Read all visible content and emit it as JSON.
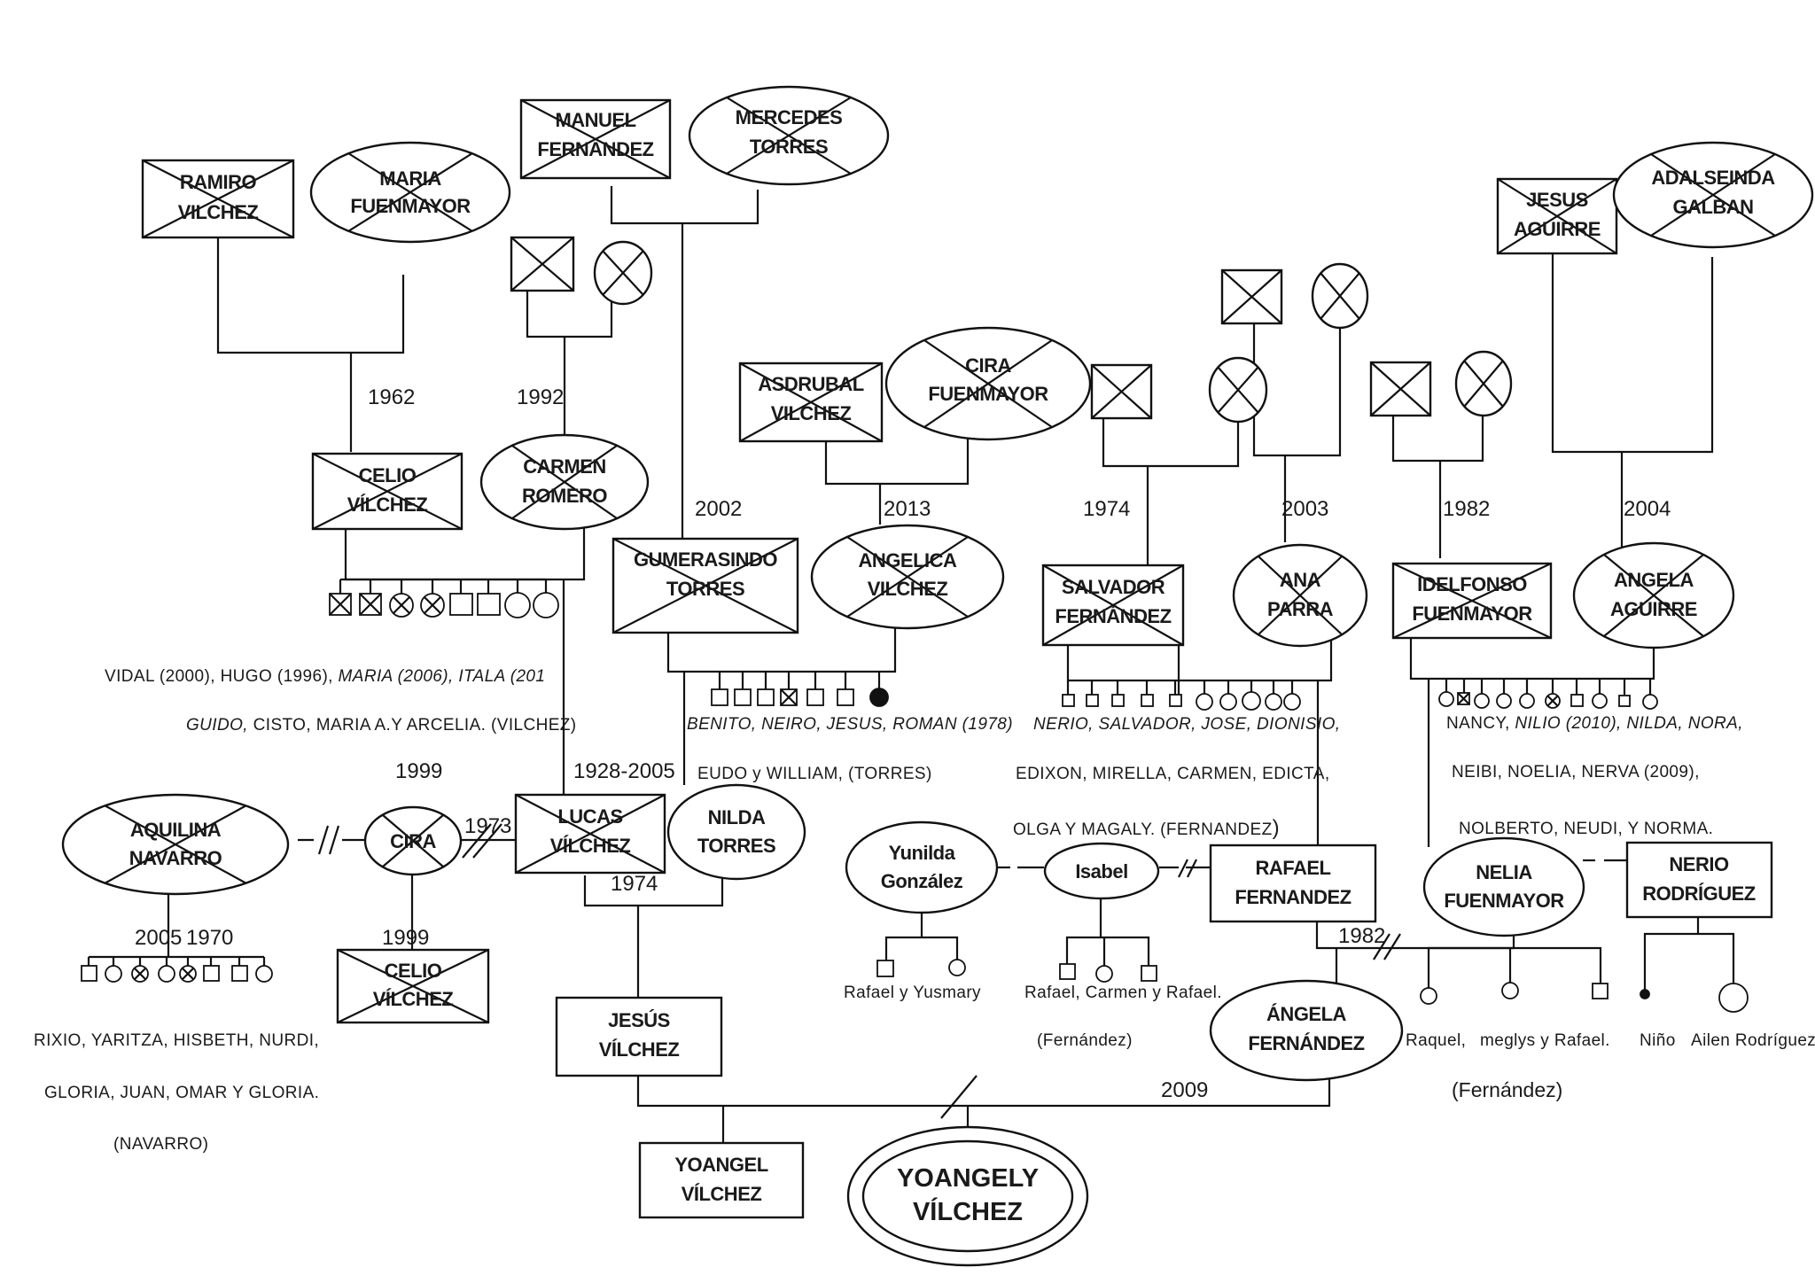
{
  "people": {
    "ramiro": [
      "RAMIRO",
      "VILCHEZ"
    ],
    "maria_f": [
      "MARIA",
      "FUENMAYOR"
    ],
    "manuel": [
      "MANUEL",
      "FERNANDEZ"
    ],
    "mercedes": [
      "MERCEDES",
      "TORRES"
    ],
    "jesus_a": [
      "JESUS",
      "AGUIRRE"
    ],
    "adalseinda": [
      "ADALSEINDA",
      "GALBAN"
    ],
    "asdrubal": [
      "ASDRUBAL",
      "VILCHEZ"
    ],
    "cira_f": [
      "CIRA",
      "FUENMAYOR"
    ],
    "celio": [
      "CELIO",
      "VÍLCHEZ"
    ],
    "carmen": [
      "CARMEN",
      "ROMERO"
    ],
    "gumerasindo": [
      "GUMERASINDO",
      "TORRES"
    ],
    "angelica": [
      "ANGELICA",
      "VILCHEZ"
    ],
    "salvador": [
      "SALVADOR",
      "FERNÁNDEZ"
    ],
    "ana": [
      "ANA",
      "PARRA"
    ],
    "idelfonso": [
      "IDELFONSO",
      "FUENMAYOR"
    ],
    "angela_a": [
      "ANGELA",
      "AGUIRRE"
    ],
    "aquilina": [
      "AQUILINA",
      "NAVARRO"
    ],
    "cira": [
      "CIRA"
    ],
    "lucas": [
      "LUCAS",
      "VÍLCHEZ"
    ],
    "nilda": [
      "NILDA",
      "TORRES"
    ],
    "yunilda": [
      "Yunilda",
      "González"
    ],
    "isabel": [
      "Isabel"
    ],
    "rafael": [
      "RAFAEL",
      "FERNANDEZ"
    ],
    "nelia": [
      "NELIA",
      "FUENMAYOR"
    ],
    "nerio_r": [
      "NERIO",
      "RODRÍGUEZ"
    ],
    "celio2": [
      "CELIO",
      "VÍLCHEZ"
    ],
    "jesus_v": [
      "JESÚS",
      "VÍLCHEZ"
    ],
    "angela_f": [
      "ÁNGELA",
      "FERNÁNDEZ"
    ],
    "yoangel": [
      "YOANGEL",
      "VÍLCHEZ"
    ],
    "yoangely": [
      "YOANGELY",
      "VÍLCHEZ"
    ]
  },
  "years": {
    "y1962": "1962",
    "y1992": "1992",
    "y2002": "2002",
    "y2013": "2013",
    "y1974a": "1974",
    "y2003": "2003",
    "y1982a": "1982",
    "y2004": "2004",
    "y1999a": "1999",
    "y1928": "1928-2005",
    "y1973": "1973",
    "y1974b": "1974",
    "y2005": "2005",
    "y1970": "1970",
    "y1999b": "1999",
    "y1982b": "1982",
    "y2009": "2009"
  },
  "notes": {
    "vilchez_1a": "VIDAL (2000), HUGO (1996), ",
    "vilchez_1b": "MARIA (2006), ITALA (201",
    "vilchez_2a": "GUIDO, ",
    "vilchez_2b": "CISTO, MARIA A.Y ARCELIA. (VILCHEZ)",
    "torres_1": "BENITO, NEIRO, JESUS, ROMAN (1978)",
    "torres_2": "EUDO  y WILLIAM, (TORRES)",
    "fern_1": "NERIO, SALVADOR, JOSE, DIONISIO,",
    "fern_2": "EDIXON, MIRELLA, CARMEN, EDICTA,",
    "fern_3a": "OLGA Y MAGALY. (FERNANDEZ",
    "fern_3b": ")",
    "fuen_1a": "NANCY, ",
    "fuen_1b": "NILIO (2010),  NILDA,  NORA,",
    "fuen_2": "NEIBI, NOELIA, NERVA (2009),",
    "fuen_3": "NOLBERTO, NEUDI, Y NORMA.",
    "nav_1": "RIXIO, YARITZA, HISBETH, NURDI,",
    "nav_2": "GLORIA, JUAN, OMAR Y GLORIA.",
    "nav_3": "(NAVARRO)",
    "yun_kids": "Rafael  y  Yusmary",
    "isa_kids": "Rafael, Carmen y Rafael.",
    "isa_sur": "(Fernández)",
    "nel_kids_a": "Raquel,",
    "nel_kids_b": "meglys y Rafael.",
    "nel_sur": "(Fernández)",
    "nin": "Niño",
    "ailen": "Ailen Rodríguez"
  }
}
